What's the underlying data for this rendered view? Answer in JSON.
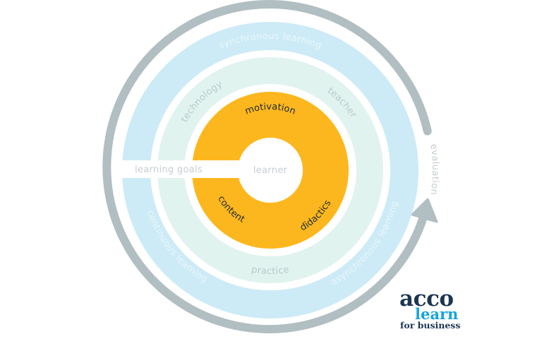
{
  "colors": {
    "outer_ring": "#B1BEC2",
    "blue_ring": "#CDEBF6",
    "mint_ring": "#E0F3EF",
    "core": "#FDB71E",
    "outer_label": "#EAF6FB",
    "mint_label": "#BCC8CC",
    "white_label": "#C7CDD2",
    "core_label": "#1E2B3A",
    "logo_dark": "#1C3552",
    "logo_blue": "#17A3DC"
  },
  "diagram": {
    "center": "learner",
    "axis": "learning goals",
    "core": [
      "motivation",
      "didactics",
      "content"
    ],
    "middle_ring": [
      "technology",
      "teacher",
      "practice"
    ],
    "outer_ring": [
      "synchronous learning",
      "asynchronous learning",
      "continuous learning"
    ],
    "cycle": "evaluation"
  },
  "logo": {
    "line1": "acco",
    "line2": "learn",
    "line3": "for business"
  }
}
